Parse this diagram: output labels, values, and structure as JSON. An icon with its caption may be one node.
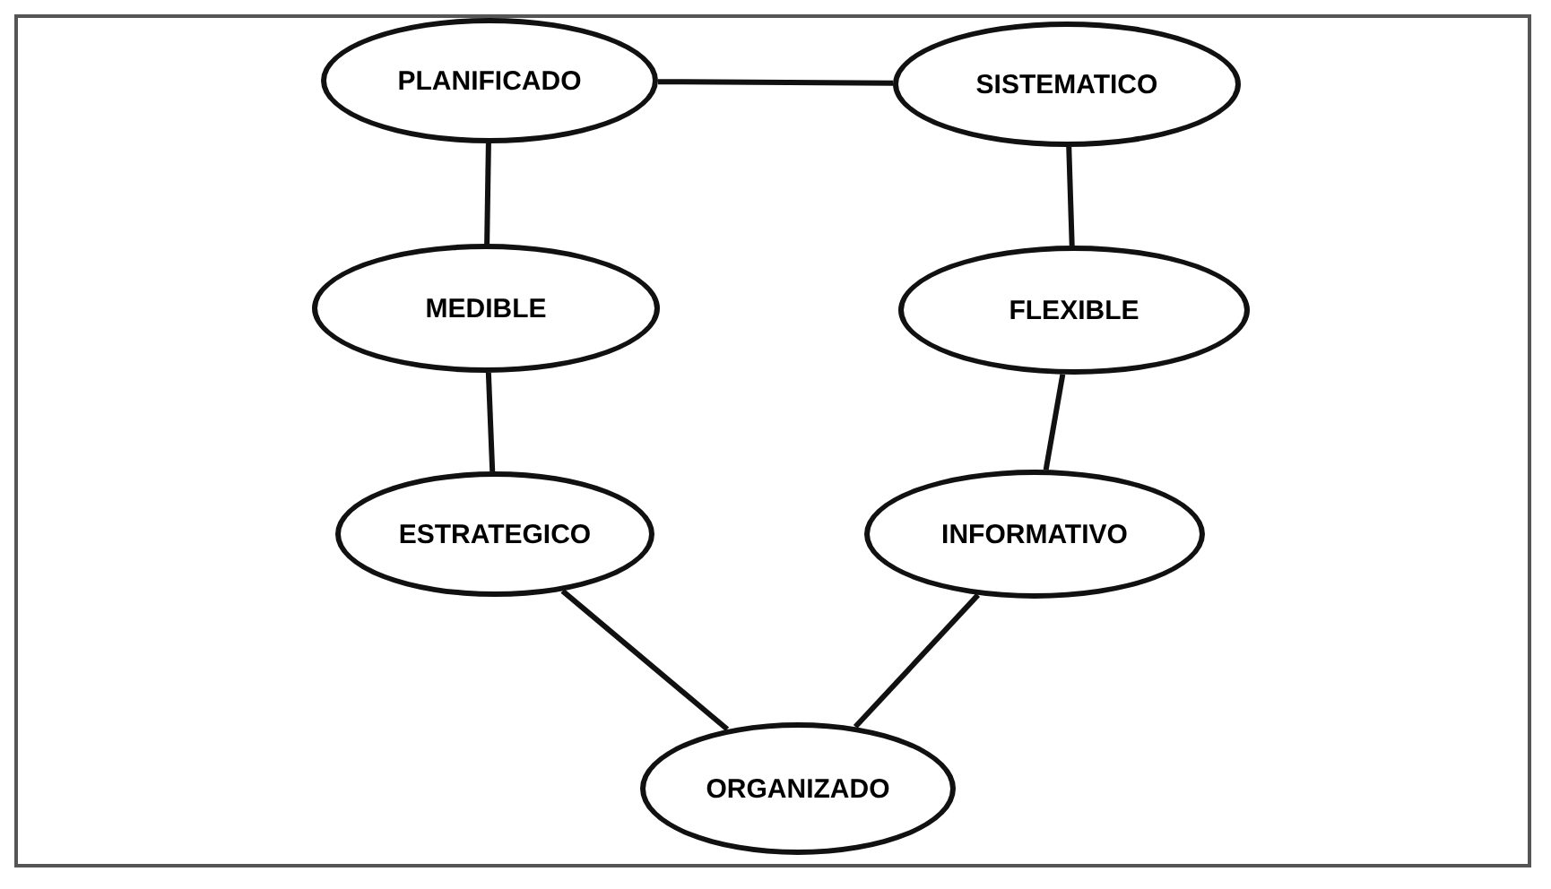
{
  "diagram": {
    "nodes": [
      {
        "text": [
          "PLANIFICADO"
        ]
      },
      {
        "text": [
          "SISTEMATICO"
        ]
      },
      {
        "text": [
          "MEDIBLE"
        ]
      },
      {
        "text": [
          "FLEXIBLE"
        ]
      },
      {
        "text": [
          "ESTRATEGICO"
        ]
      },
      {
        "text": [
          "INFORMATIVO"
        ]
      },
      {
        "text": [
          "ORGANIZADO"
        ]
      }
    ],
    "edges": [
      {
        "from": 0,
        "to": 1,
        "arrow": "none"
      },
      {
        "from": 0,
        "to": 2,
        "arrow": "none"
      },
      {
        "from": 1,
        "to": 3,
        "arrow": "none"
      },
      {
        "from": 2,
        "to": 4,
        "arrow": "none"
      },
      {
        "from": 3,
        "to": 5,
        "arrow": "none"
      },
      {
        "from": 4,
        "to": 6,
        "arrow": "none"
      },
      {
        "from": 5,
        "to": 6,
        "arrow": "none"
      }
    ]
  }
}
